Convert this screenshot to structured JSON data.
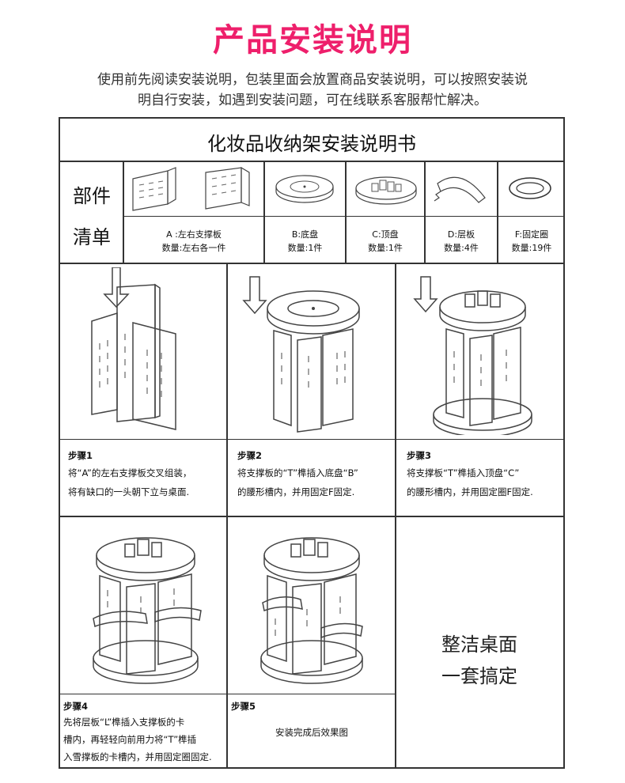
{
  "header": {
    "title": "产品安装说明",
    "intro_line1": "使用前先阅读安装说明，包装里面会放置商品安装说明，可以按照安装说",
    "intro_line2": "明自行安装，如遇到安装问题，可在线联系客服帮忙解决。"
  },
  "doc_title": "化妆品收纳架安装说明书",
  "parts_label": {
    "line1": "部件",
    "line2": "清单"
  },
  "parts": [
    {
      "name": "A :左右支撑板",
      "qty": "数量:左右各一件",
      "icon": "support-panels"
    },
    {
      "name": "B:底盘",
      "qty": "数量:1件",
      "icon": "base-tray"
    },
    {
      "name": "C:顶盘",
      "qty": "数量:1件",
      "icon": "top-tray"
    },
    {
      "name": "D:层板",
      "qty": "数量:4件",
      "icon": "shelf-board"
    },
    {
      "name": "F:固定圈",
      "qty": "数量:19件",
      "icon": "fixing-ring"
    }
  ],
  "steps": [
    {
      "title": "步骤1",
      "lines": [
        "将“A”的左右支撑板交叉组装，",
        "将有缺口的一头朝下立与桌面."
      ]
    },
    {
      "title": "步骤2",
      "lines": [
        "将支撑板的“T”榫插入底盘“B”",
        "的腰形槽内，并用固定F固定."
      ]
    },
    {
      "title": "步骤3",
      "lines": [
        "将支撑板“T”榫插入顶盘“C”",
        "的腰形槽内，并用固定圈F固定."
      ]
    },
    {
      "title": "步骤4",
      "lines": [
        "先将层板“L”榫插入支撑板的卡",
        "槽内，再轻轻向前用力将“T”榫插",
        "入雪撑板的卡槽内，并用固定圈固定."
      ]
    },
    {
      "title": "步骤5",
      "lines": [
        "安装完成后效果图"
      ]
    }
  ],
  "final_text": {
    "line1": "整洁桌面",
    "line2": "一套搞定"
  },
  "colors": {
    "title": "#ee1f6b",
    "line": "#333333"
  }
}
